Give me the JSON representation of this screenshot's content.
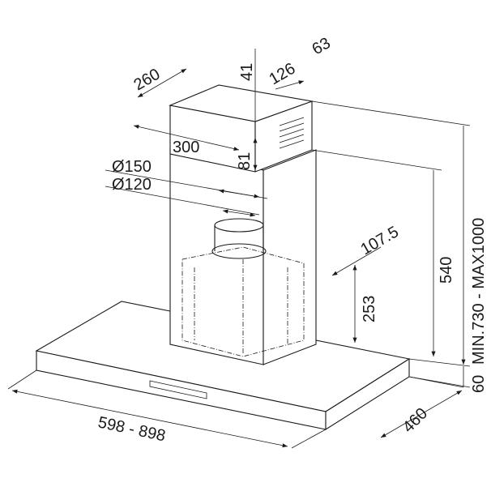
{
  "diagram": {
    "subject": "Chimney cooker hood dimensional drawing",
    "units": "mm",
    "colors": {
      "line": "#1a1a1a",
      "background": "#ffffff"
    },
    "dimensions": {
      "top_depth": "260",
      "top_width": "300",
      "top_offset_41": "41",
      "top_offset_126": "126",
      "top_offset_63": "63",
      "top_height_81": "81",
      "duct_outer": "Ø150",
      "duct_inner": "Ø120",
      "offset_107": "107.5",
      "height_253": "253",
      "height_540": "540",
      "total_height": "MIN.730 - MAX1000",
      "canopy_height": "60",
      "canopy_depth": "460",
      "canopy_width": "598 - 898"
    }
  }
}
